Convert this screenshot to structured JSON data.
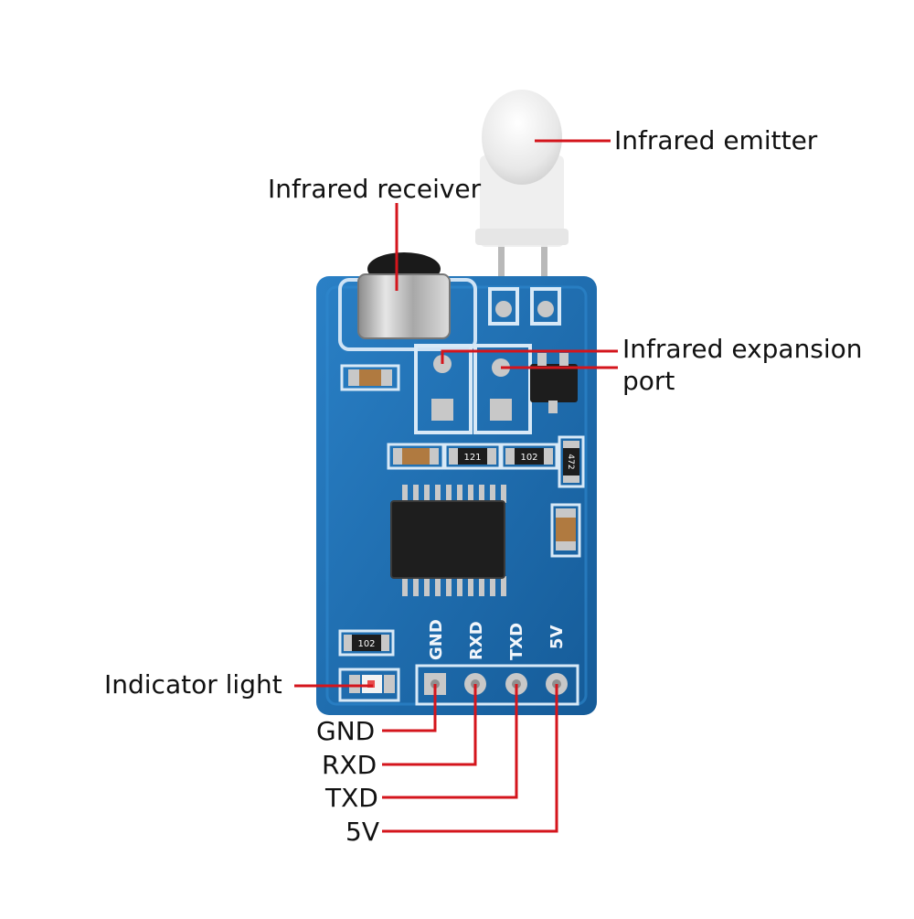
{
  "callouts": {
    "infrared_emitter": "Infrared emitter",
    "infrared_receiver": "Infrared receiver",
    "infrared_expansion_port_line1": "Infrared expansion",
    "infrared_expansion_port_line2": "port",
    "indicator_light": "Indicator light"
  },
  "pins": {
    "gnd": "GND",
    "rxd": "RXD",
    "txd": "TXD",
    "v5": "5V"
  },
  "silkscreen": {
    "gnd": "GND",
    "rxd": "RXD",
    "txd": "TXD",
    "v5": "5V",
    "res_121": "121",
    "res_102a": "102",
    "res_472": "472",
    "res_102b": "102"
  },
  "colors": {
    "leader_line": "#d4151c",
    "pcb": "#1d6fb3",
    "pcb_dark": "#17588f",
    "pad": "#c8c8c8"
  }
}
